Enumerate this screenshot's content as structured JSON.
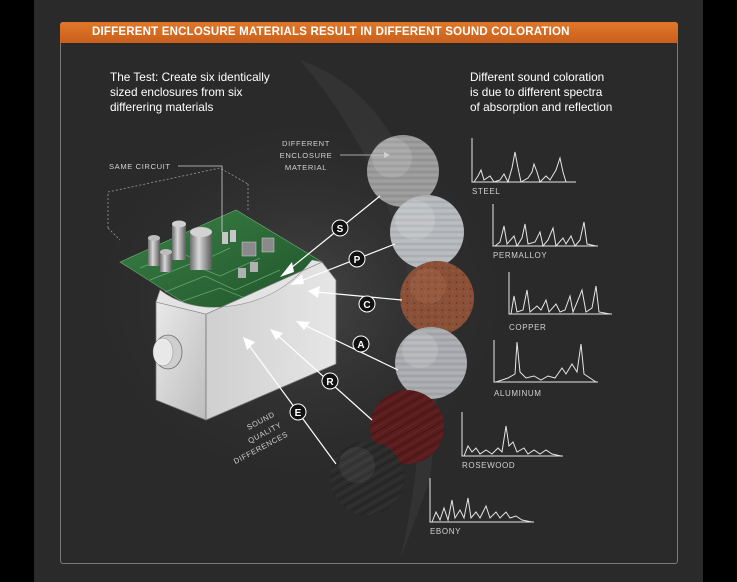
{
  "title": "DIFFERENT ENCLOSURE MATERIALS RESULT IN DIFFERENT SOUND COLORATION",
  "test_text": [
    "The Test: Create six identically",
    "sized enclosures from six",
    "differering materials"
  ],
  "coloration_text": [
    "Different sound coloration",
    "is due to different spectra",
    "of absorption and reflection"
  ],
  "labels": {
    "same_circuit": "SAME CIRCUIT",
    "enclosure_material": [
      "DIFFERENT",
      "ENCLOSURE",
      "MATERIAL"
    ],
    "sound_quality": [
      "SOUND",
      "QUALITY",
      "DIFFERENCES"
    ]
  },
  "materials": [
    {
      "letter": "S",
      "name": "STEEL",
      "color": "#9a9a9a"
    },
    {
      "letter": "P",
      "name": "PERMALLOY",
      "color": "#b9bcc0"
    },
    {
      "letter": "C",
      "name": "COPPER",
      "color": "#8a5038"
    },
    {
      "letter": "A",
      "name": "ALUMINUM",
      "color": "#a9abb0"
    },
    {
      "letter": "R",
      "name": "ROSEWOOD",
      "color": "#5a1c1c"
    },
    {
      "letter": "E",
      "name": "EBONY",
      "color": "#2a2a2a"
    }
  ],
  "colors": {
    "title_bar": "#d66a22",
    "panel": "#2a2a2a",
    "circuit_board": "#2e6b3a",
    "enclosure": "#d7d7d7"
  }
}
